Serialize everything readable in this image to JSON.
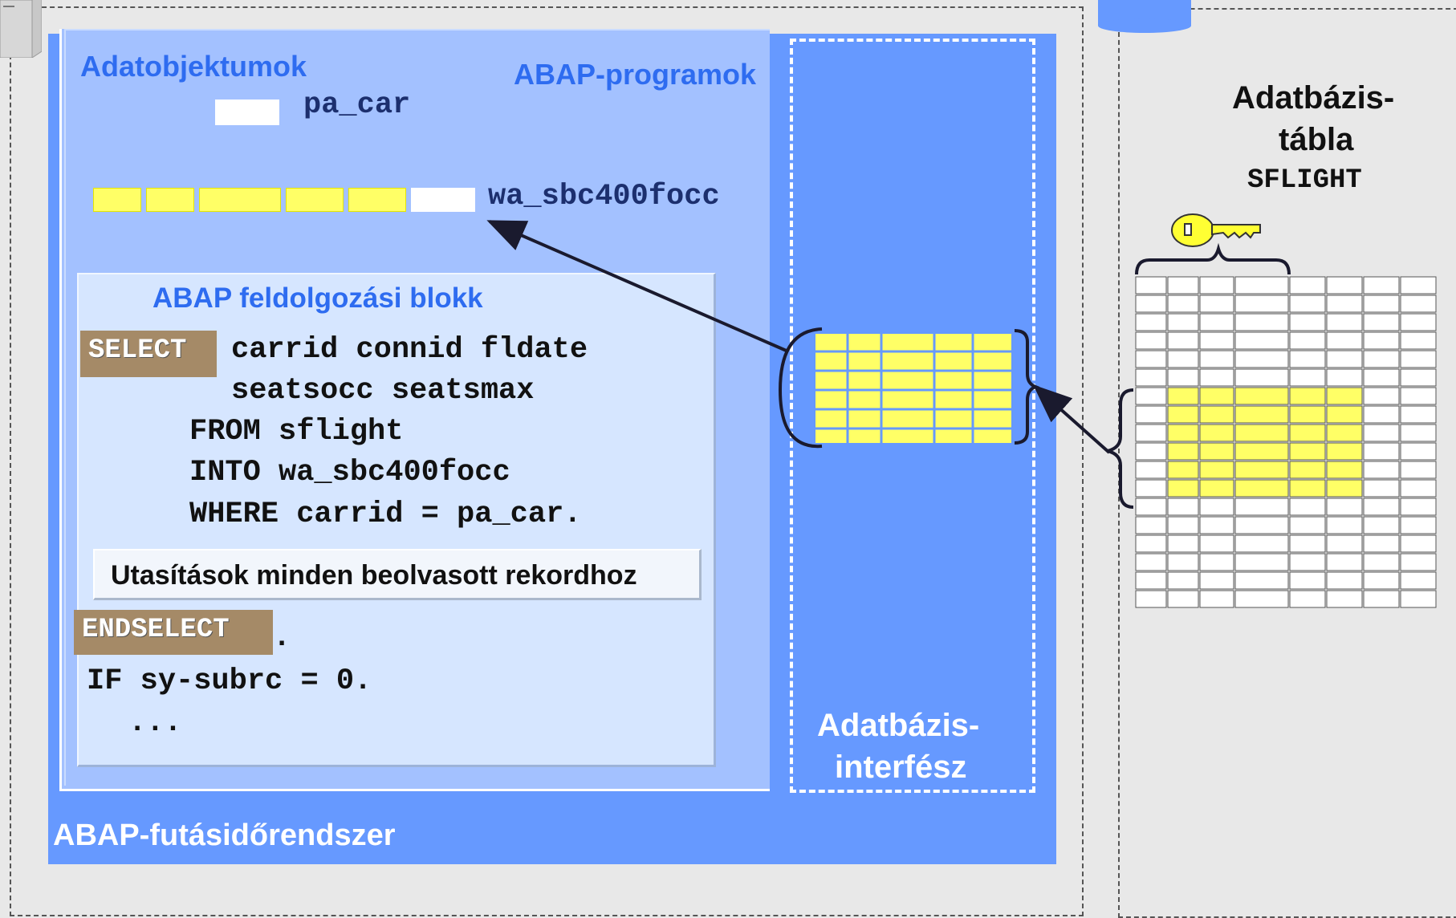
{
  "runtime": {
    "label": "ABAP-futásidőrendszer"
  },
  "program": {
    "label": "ABAP-programok",
    "data_objects_label": "Adatobjektumok",
    "field_pa_car": "pa_car",
    "field_wa": "wa_sbc400focc"
  },
  "block": {
    "title": "ABAP feldolgozási blokk",
    "select_kw": "SELECT",
    "line1": "carrid connid fldate",
    "line2": "seatsocc seatsmax",
    "line3": "FROM sflight",
    "line4": "INTO wa_sbc400focc",
    "line5": "WHERE carrid = pa_car.",
    "stmt_box": "Utasítások minden beolvasott rekordhoz",
    "endselect_kw": "ENDSELECT",
    "endselect_dot": ".",
    "line6": "IF sy-subrc = 0.",
    "line7": "..."
  },
  "db_interface": {
    "line1": "Adatbázis-",
    "line2": "interfész"
  },
  "db_table": {
    "line1": "Adatbázis-",
    "line2": "tábla",
    "name": "SFLIGHT",
    "icon": "key-icon"
  },
  "colors": {
    "runtime_blue": "#6699ff",
    "program_blue": "#a3c1ff",
    "block_blue": "#d6e6ff",
    "highlight_yellow": "#ffff66",
    "keyword_brown": "#a58a67"
  }
}
